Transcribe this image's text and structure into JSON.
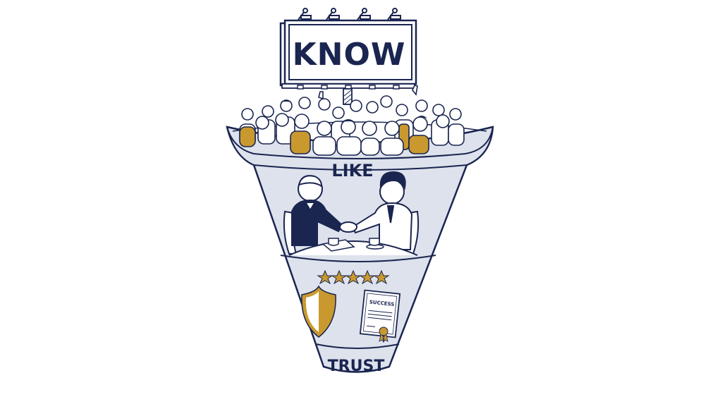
{
  "diagram": {
    "type": "marketing-funnel",
    "stages": [
      {
        "id": "know",
        "label": "KNOW",
        "visual": "billboard above crowd of people"
      },
      {
        "id": "like",
        "label": "LIKE",
        "visual": "two businessmen shaking hands at a coffee table"
      },
      {
        "id": "trust",
        "label": "TRUST",
        "visual": "five stars, shield and success certificate"
      }
    ],
    "certificate_text": "SUCCESS",
    "rating_stars": 5
  },
  "colors": {
    "ink": "#1a2550",
    "funnel_fill": "#dde2ec",
    "funnel_rim": "#e9edf3",
    "accent_gold": "#c9992f",
    "background": "#ffffff"
  }
}
